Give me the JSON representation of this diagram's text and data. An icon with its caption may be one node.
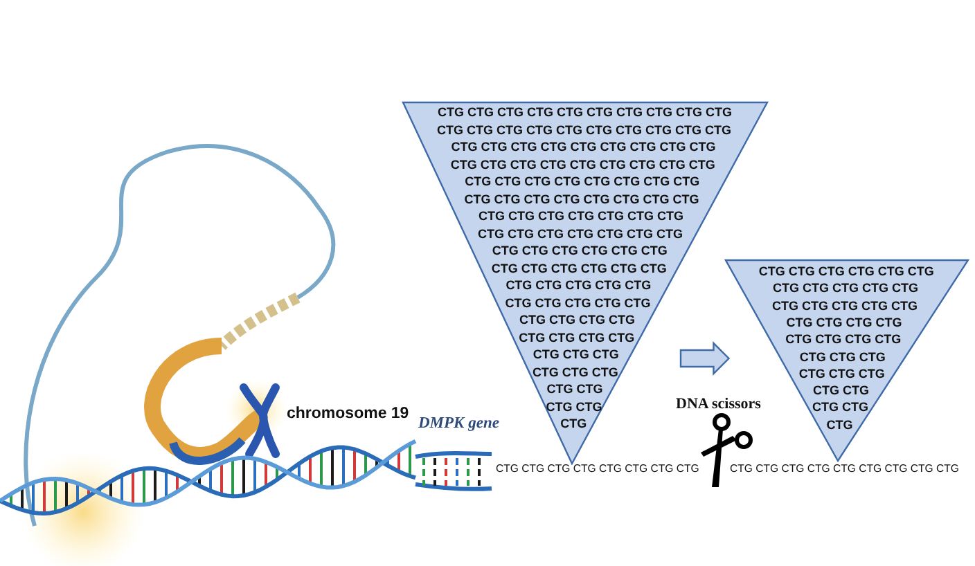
{
  "diagram": {
    "nodes": [
      {
        "text": [
          "CTG CTG CTG CTG CTG CTG CTG CTG CTG CTG",
          "CTG CTG CTG CTG CTG CTG CTG CTG CTG CTG",
          "CTG CTG CTG CTG CTG CTG CTG CTG CTG",
          "CTG CTG CTG CTG CTG CTG CTG CTG CTG",
          "CTG CTG CTG CTG CTG CTG CTG CTG",
          "CTG CTG CTG CTG CTG CTG CTG CTG",
          "CTG CTG CTG CTG CTG CTG CTG",
          "CTG CTG CTG CTG CTG CTG CTG",
          "CTG CTG CTG CTG CTG CTG",
          "CTG CTG CTG CTG CTG CTG",
          "CTG CTG CTG CTG CTG",
          "CTG CTG CTG CTG CTG",
          "CTG CTG CTG CTG",
          "CTG CTG CTG CTG",
          "CTG CTG CTG",
          "CTG CTG CTG",
          "CTG CTG",
          "CTG CTG",
          "CTG"
        ]
      },
      {
        "text": [
          "CTG CTG CTG CTG CTG CTG",
          "CTG CTG CTG CTG CTG",
          "CTG CTG CTG CTG CTG",
          "CTG CTG CTG CTG",
          "CTG CTG CTG CTG",
          "CTG CTG CTG",
          "CTG CTG CTG",
          "CTG CTG",
          "CTG CTG",
          "CTG"
        ]
      }
    ],
    "edges": [
      {
        "from": 0,
        "to": 1,
        "arrow": "to"
      }
    ],
    "labels": [
      "chromosome 19",
      "DMPK gene",
      "DNA scissors",
      "CTG CTG CTG CTG CTG CTG CTG CTG",
      "CTG CTG CTG CTG CTG CTG CTG CTG CTG"
    ]
  }
}
